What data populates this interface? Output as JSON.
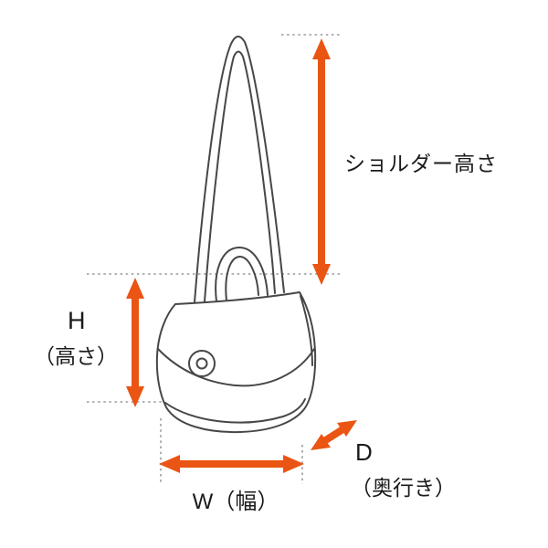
{
  "title": "bag-dimension-diagram",
  "labels": {
    "shoulder_height": "ショルダー高さ",
    "height_letter": "H",
    "height_paren": "（高さ）",
    "width": "W（幅）",
    "depth_letter": "D",
    "depth_paren": "（奥行き）"
  },
  "colors": {
    "arrow": "#ea5514",
    "drawing": "#474747",
    "guide": "#9a9a9a",
    "background": "#ffffff"
  },
  "subject": "shoulder bag line drawing with dimension arrows"
}
